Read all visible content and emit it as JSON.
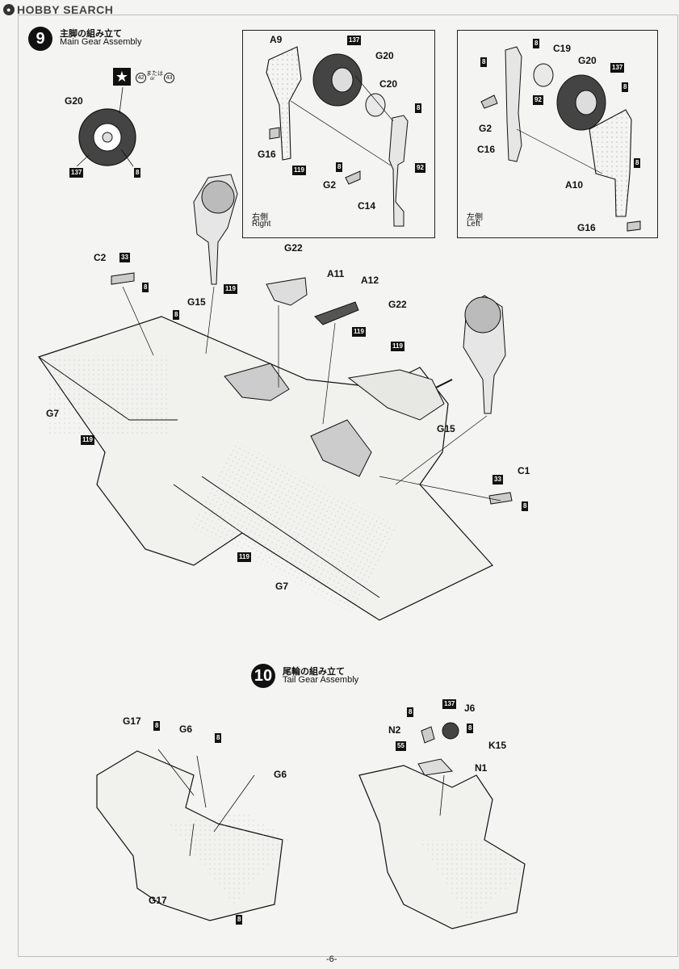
{
  "watermark": {
    "text": "HOBBY SEARCH"
  },
  "page": {
    "number": "-6-"
  },
  "step9": {
    "number": "9",
    "title_jp": "主脚の組み立て",
    "title_en": "Main Gear Assembly",
    "paint_option": {
      "a": "42",
      "connector": "または",
      "connector_en": "or",
      "b": "43"
    }
  },
  "step10": {
    "number": "10",
    "title_jp": "尾輪の組み立て",
    "title_en": "Tail Gear Assembly"
  },
  "insets": {
    "right": {
      "label_jp": "右側",
      "label_en": "Right"
    },
    "left": {
      "label_jp": "左側",
      "label_en": "Left"
    }
  },
  "parts": {
    "G20": "G20",
    "A9": "A9",
    "G16": "G16",
    "G2": "G2",
    "C20": "C20",
    "C14": "C14",
    "C19": "C19",
    "C16": "C16",
    "A10": "A10",
    "C2": "C2",
    "C1": "C1",
    "G22": "G22",
    "A11": "A11",
    "A12": "A12",
    "G15": "G15",
    "G7": "G7",
    "G17": "G17",
    "G6": "G6",
    "N2": "N2",
    "J6": "J6",
    "K15": "K15",
    "N1": "N1"
  },
  "colors": {
    "c8": "8",
    "c33": "33",
    "c55": "55",
    "c92": "92",
    "c119": "119",
    "c137": "137"
  }
}
